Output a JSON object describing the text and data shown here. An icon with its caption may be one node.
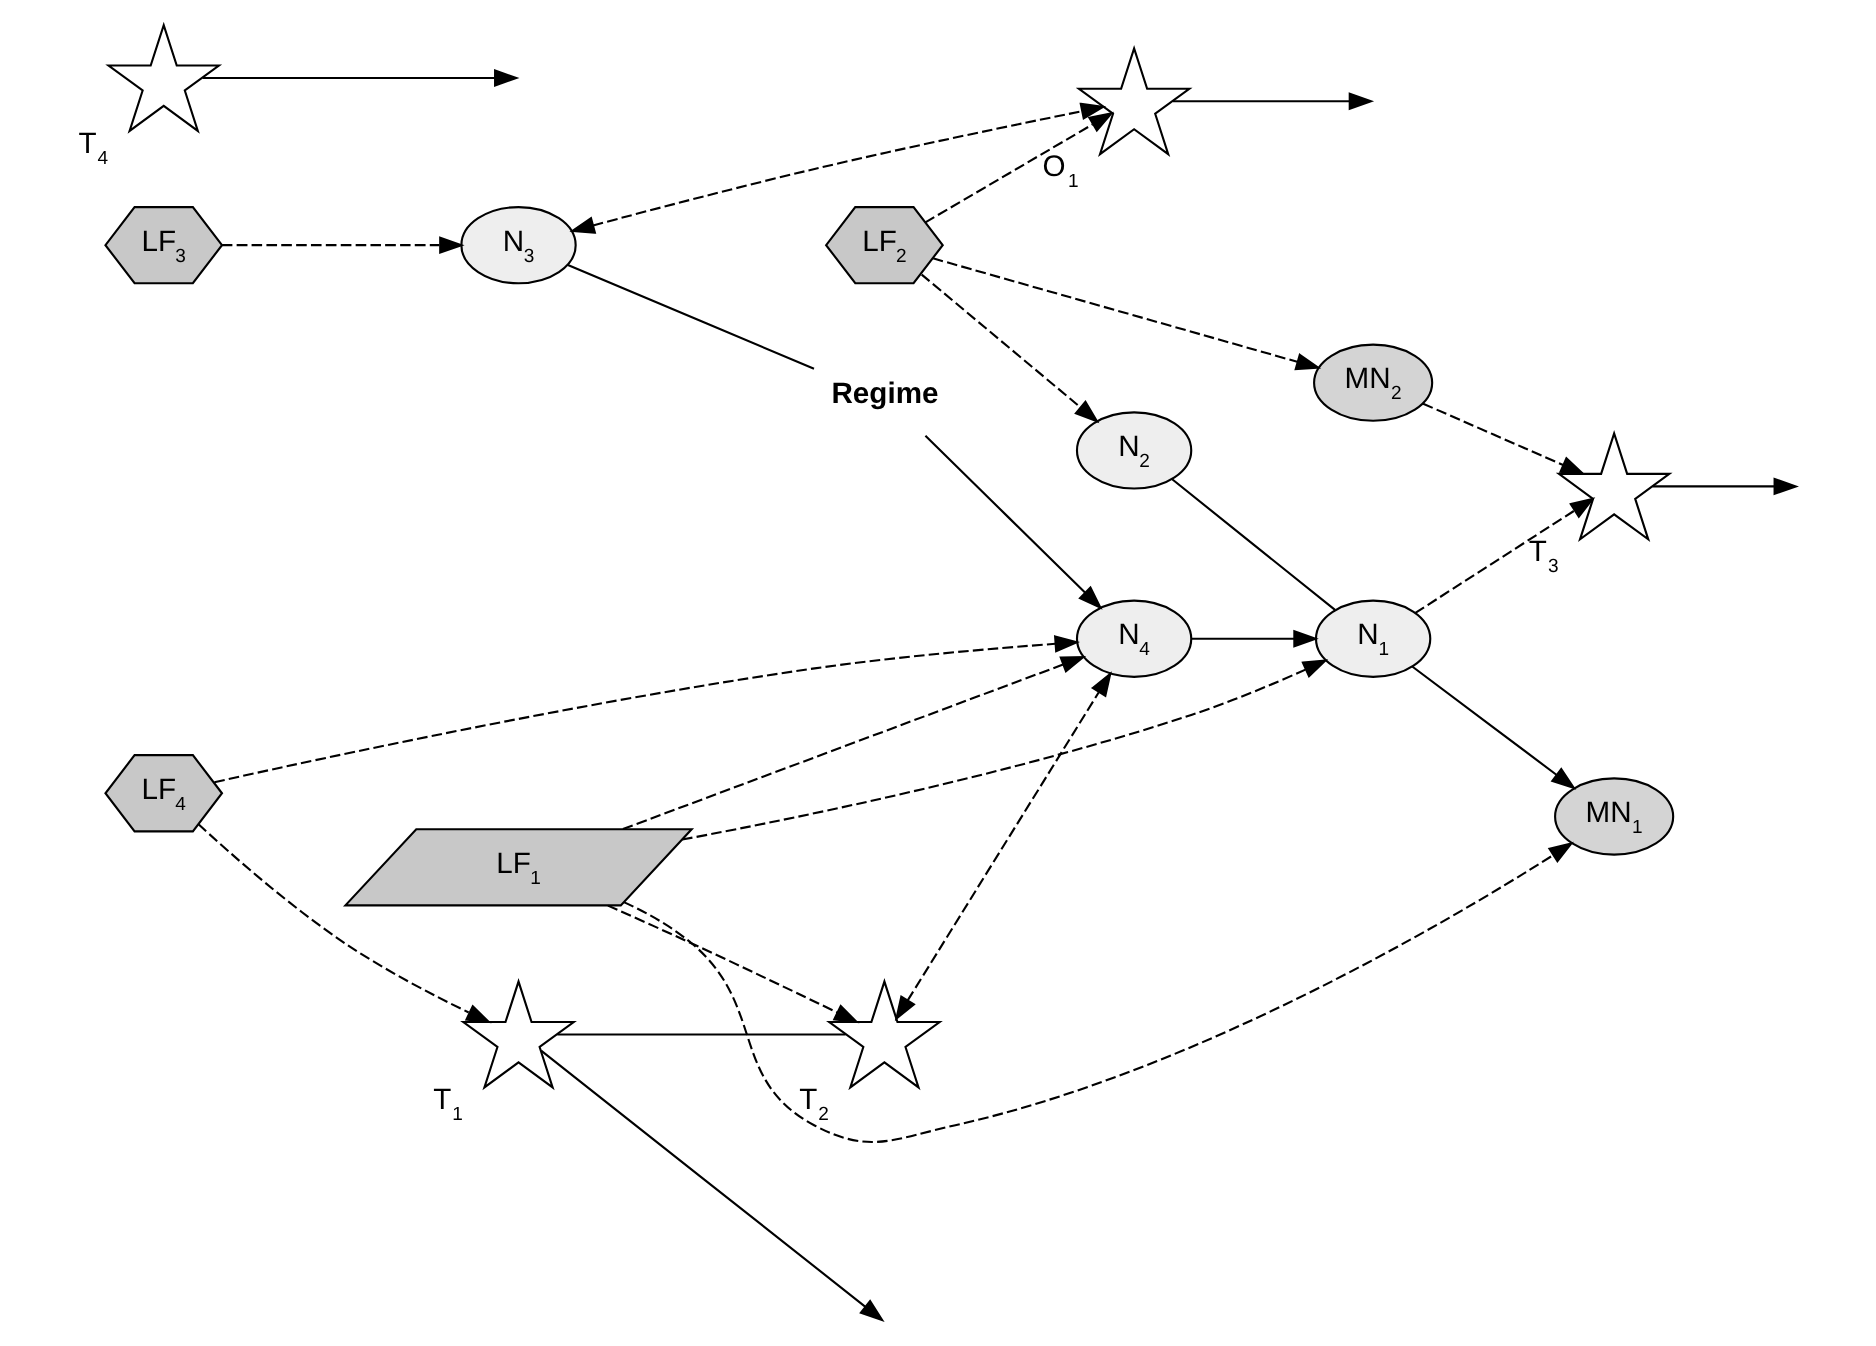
{
  "diagram": {
    "nodes": [
      {
        "text": [
          "LF$_{3}$"
        ]
      },
      {
        "text": [
          "Regime"
        ]
      },
      {
        "text": [],
        "shape": "star",
        "beside": [
          "O$_{1}$"
        ]
      },
      {
        "text": [
          "N$_{3}$"
        ]
      },
      {
        "text": [
          "LF$_{4}$"
        ]
      },
      {
        "text": [],
        "shape": "star",
        "beside": [
          "T$_{1}$"
        ]
      },
      {
        "text": [
          "N$_{2}$"
        ]
      },
      {
        "text": [],
        "shape": "star",
        "beside": [
          "T$_{4}$"
        ]
      },
      {
        "text": [
          "LF$_{2}$"
        ]
      },
      {
        "text": [
          "MN$_{2}$"
        ]
      },
      {
        "text": [],
        "shape": "star",
        "beside": [
          "T$_{2}$"
        ]
      },
      {
        "text": [
          "N$_{4}$"
        ]
      },
      {
        "text": [],
        "shape": "star",
        "beside": [
          "T$_{3}$"
        ]
      },
      {
        "text": [
          "MN$_{1}$"
        ]
      },
      {
        "text": [
          "N$_{1}$"
        ]
      },
      {
        "text": [
          "LF$_{1}$"
        ]
      }
    ],
    "edges": [
      {
        "from": 0,
        "to": 3,
        "arrow": "to",
        "style": "dashed"
      },
      {
        "from": 3,
        "to": 2,
        "arrow": "both",
        "style": "dashed"
      },
      {
        "from": 3,
        "to": 1,
        "arrow": "none"
      },
      {
        "from": 1,
        "to": 11,
        "arrow": "to"
      },
      {
        "from": 2,
        "to": null,
        "arrow": "to"
      },
      {
        "from": 4,
        "to": 5,
        "arrow": "to",
        "style": "dashed"
      },
      {
        "from": 4,
        "to": 11,
        "arrow": "to",
        "style": "dashed"
      },
      {
        "from": 5,
        "to": null,
        "arrow": "to"
      },
      {
        "from": 5,
        "to": 10,
        "arrow": "none"
      },
      {
        "from": 7,
        "to": null,
        "arrow": "to"
      },
      {
        "from": 8,
        "to": 6,
        "arrow": "to",
        "style": "dashed"
      },
      {
        "from": 8,
        "to": 2,
        "arrow": "to",
        "style": "dashed"
      },
      {
        "from": 8,
        "to": 9,
        "arrow": "to",
        "style": "dashed"
      },
      {
        "from": 9,
        "to": 12,
        "arrow": "to",
        "style": "dashed"
      },
      {
        "from": 12,
        "to": null,
        "arrow": "to"
      },
      {
        "from": 6,
        "to": 14,
        "arrow": "none"
      },
      {
        "from": 14,
        "to": 12,
        "arrow": "to",
        "style": "dashed"
      },
      {
        "from": 11,
        "to": 14,
        "arrow": "to"
      },
      {
        "from": 10,
        "to": 11,
        "arrow": "both",
        "style": "dashed"
      },
      {
        "from": 14,
        "to": 13,
        "arrow": "to"
      },
      {
        "from": 15,
        "to": 14,
        "arrow": "to",
        "style": "dashed"
      },
      {
        "from": 15,
        "to": 13,
        "arrow": "to",
        "style": "dashed"
      },
      {
        "from": 15,
        "to": 10,
        "arrow": "to",
        "style": "dashed"
      },
      {
        "from": 15,
        "to": 11,
        "arrow": "to",
        "style": "dashed"
      }
    ]
  }
}
